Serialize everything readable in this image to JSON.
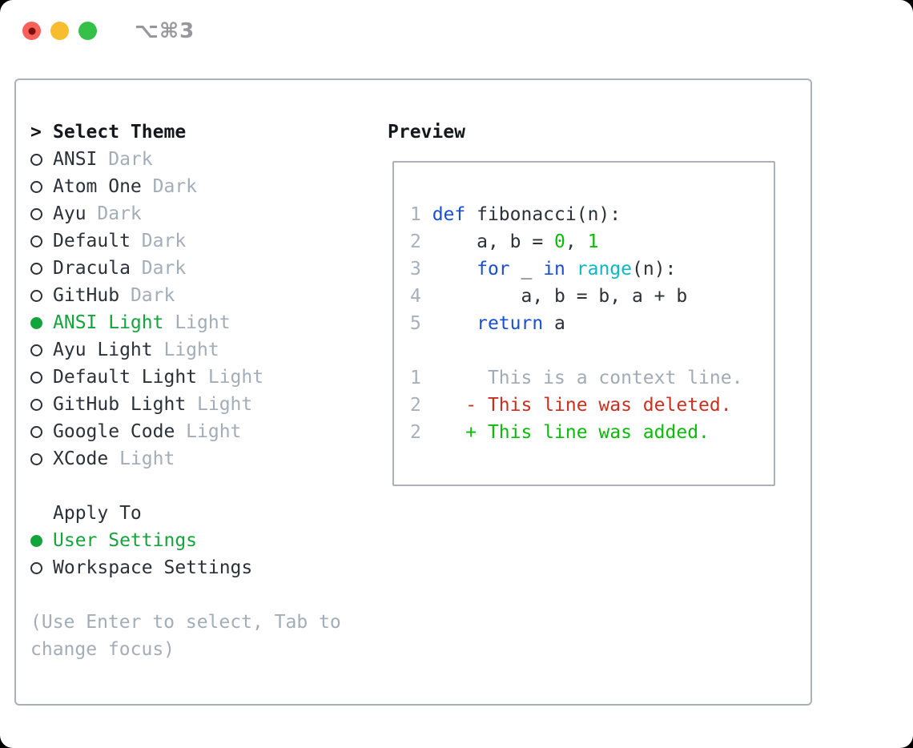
{
  "window": {
    "title": "⌥⌘3",
    "traffic_lights": {
      "close": "#f8605a",
      "close_dot": "#7a100c",
      "minimize": "#f8bd2f",
      "zoom": "#35c148"
    }
  },
  "theme_panel": {
    "cursor": ">",
    "title": "Select Theme",
    "items": [
      {
        "name": "ANSI",
        "variant": "Dark",
        "selected": false
      },
      {
        "name": "Atom One",
        "variant": "Dark",
        "selected": false
      },
      {
        "name": "Ayu",
        "variant": "Dark",
        "selected": false
      },
      {
        "name": "Default",
        "variant": "Dark",
        "selected": false
      },
      {
        "name": "Dracula",
        "variant": "Dark",
        "selected": false
      },
      {
        "name": "GitHub",
        "variant": "Dark",
        "selected": false
      },
      {
        "name": "ANSI Light",
        "variant": "Light",
        "selected": true
      },
      {
        "name": "Ayu Light",
        "variant": "Light",
        "selected": false
      },
      {
        "name": "Default Light",
        "variant": "Light",
        "selected": false
      },
      {
        "name": "GitHub Light",
        "variant": "Light",
        "selected": false
      },
      {
        "name": "Google Code",
        "variant": "Light",
        "selected": false
      },
      {
        "name": "XCode",
        "variant": "Light",
        "selected": false
      }
    ],
    "apply_to": {
      "title": "Apply To",
      "options": [
        {
          "name": "User Settings",
          "selected": true
        },
        {
          "name": "Workspace Settings",
          "selected": false
        }
      ]
    },
    "hint": "(Use Enter to select, Tab to change focus)"
  },
  "preview": {
    "title": "Preview",
    "code_lines": [
      {
        "num": "1",
        "tokens": [
          {
            "t": "def",
            "c": "keyword"
          },
          {
            "t": " fibonacci(n):",
            "c": "plain"
          }
        ]
      },
      {
        "num": "2",
        "tokens": [
          {
            "t": "    a, b = ",
            "c": "plain"
          },
          {
            "t": "0",
            "c": "number"
          },
          {
            "t": ", ",
            "c": "plain"
          },
          {
            "t": "1",
            "c": "number"
          }
        ]
      },
      {
        "num": "3",
        "tokens": [
          {
            "t": "    ",
            "c": "plain"
          },
          {
            "t": "for",
            "c": "keyword"
          },
          {
            "t": " _ ",
            "c": "plain"
          },
          {
            "t": "in",
            "c": "keyword"
          },
          {
            "t": " ",
            "c": "plain"
          },
          {
            "t": "range",
            "c": "builtin"
          },
          {
            "t": "(n):",
            "c": "plain"
          }
        ]
      },
      {
        "num": "4",
        "tokens": [
          {
            "t": "        a, b = b, a + b",
            "c": "plain"
          }
        ]
      },
      {
        "num": "5",
        "tokens": [
          {
            "t": "    ",
            "c": "plain"
          },
          {
            "t": "return",
            "c": "keyword"
          },
          {
            "t": " a",
            "c": "plain"
          }
        ]
      },
      {
        "num": "",
        "tokens": []
      },
      {
        "num": "1",
        "tokens": [
          {
            "t": "     This is a context line.",
            "c": "context"
          }
        ]
      },
      {
        "num": "2",
        "tokens": [
          {
            "t": "   - This line was deleted.",
            "c": "deleted"
          }
        ]
      },
      {
        "num": "2",
        "tokens": [
          {
            "t": "   + This line was added.",
            "c": "added"
          }
        ]
      }
    ]
  },
  "colors": {
    "plain": "#2b3138",
    "bold-text": "#14181d",
    "gray": "#a3adb8",
    "linenum": "#a7b0ba",
    "green-sel": "#14a43c",
    "keyword": "#1b4ed6",
    "builtin": "#0fb7c6",
    "number": "#0abb0a",
    "added": "#0abb0a",
    "deleted": "#c9301f",
    "context": "#a2abb5",
    "border": "#aab1ba",
    "title-gray": "#96969b"
  }
}
